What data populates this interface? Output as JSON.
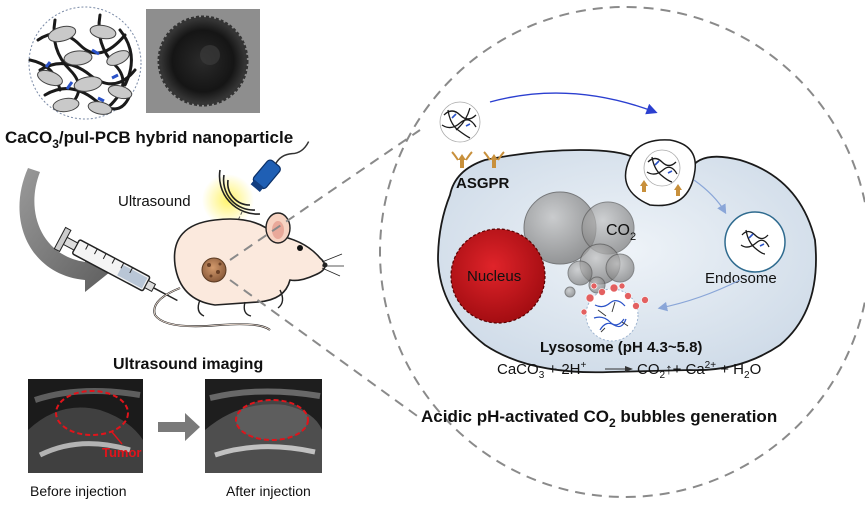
{
  "labels": {
    "nanoparticle_title_main": "CaCO",
    "nanoparticle_title_sub": "3",
    "nanoparticle_title_rest": "/pul-PCB hybrid nanoparticle",
    "ultrasound": "Ultrasound",
    "ultrasound_imaging": "Ultrasound imaging",
    "tumor": "Tumor",
    "before_injection": "Before injection",
    "after_injection": "After injection",
    "asgpr": "ASGPR",
    "co2_main": "CO",
    "co2_sub": "2",
    "nucleus": "Nucleus",
    "endosome": "Endosome",
    "lysosome": "Lysosome (pH 4.3~5.8)",
    "reaction": {
      "caco": "CaCO",
      "sub3": "3",
      "plus_2h": " + 2H",
      "sup_plus": "+",
      "co2": "CO",
      "sub2": "2",
      "up_arrow": "↑",
      "plus_ca": "+ Ca",
      "sup_2plus": "2+",
      "plus_h2o": " + H",
      "sub2b": "2",
      "o": "O"
    },
    "bubbles_title_main": "Acidic pH-activated CO",
    "bubbles_title_sub": "2",
    "bubbles_title_rest": " bubbles generation"
  },
  "colors": {
    "nucleus_fill": "#c8141b",
    "tumor_red": "#e0141b",
    "flow_arrow_blue": "#2b3fd0",
    "receptor": "#c8903c",
    "bubble_gray": "#8a8a8a",
    "cell_fill": "#d9e3ee",
    "arrow_gray": "#7a7a7a"
  }
}
